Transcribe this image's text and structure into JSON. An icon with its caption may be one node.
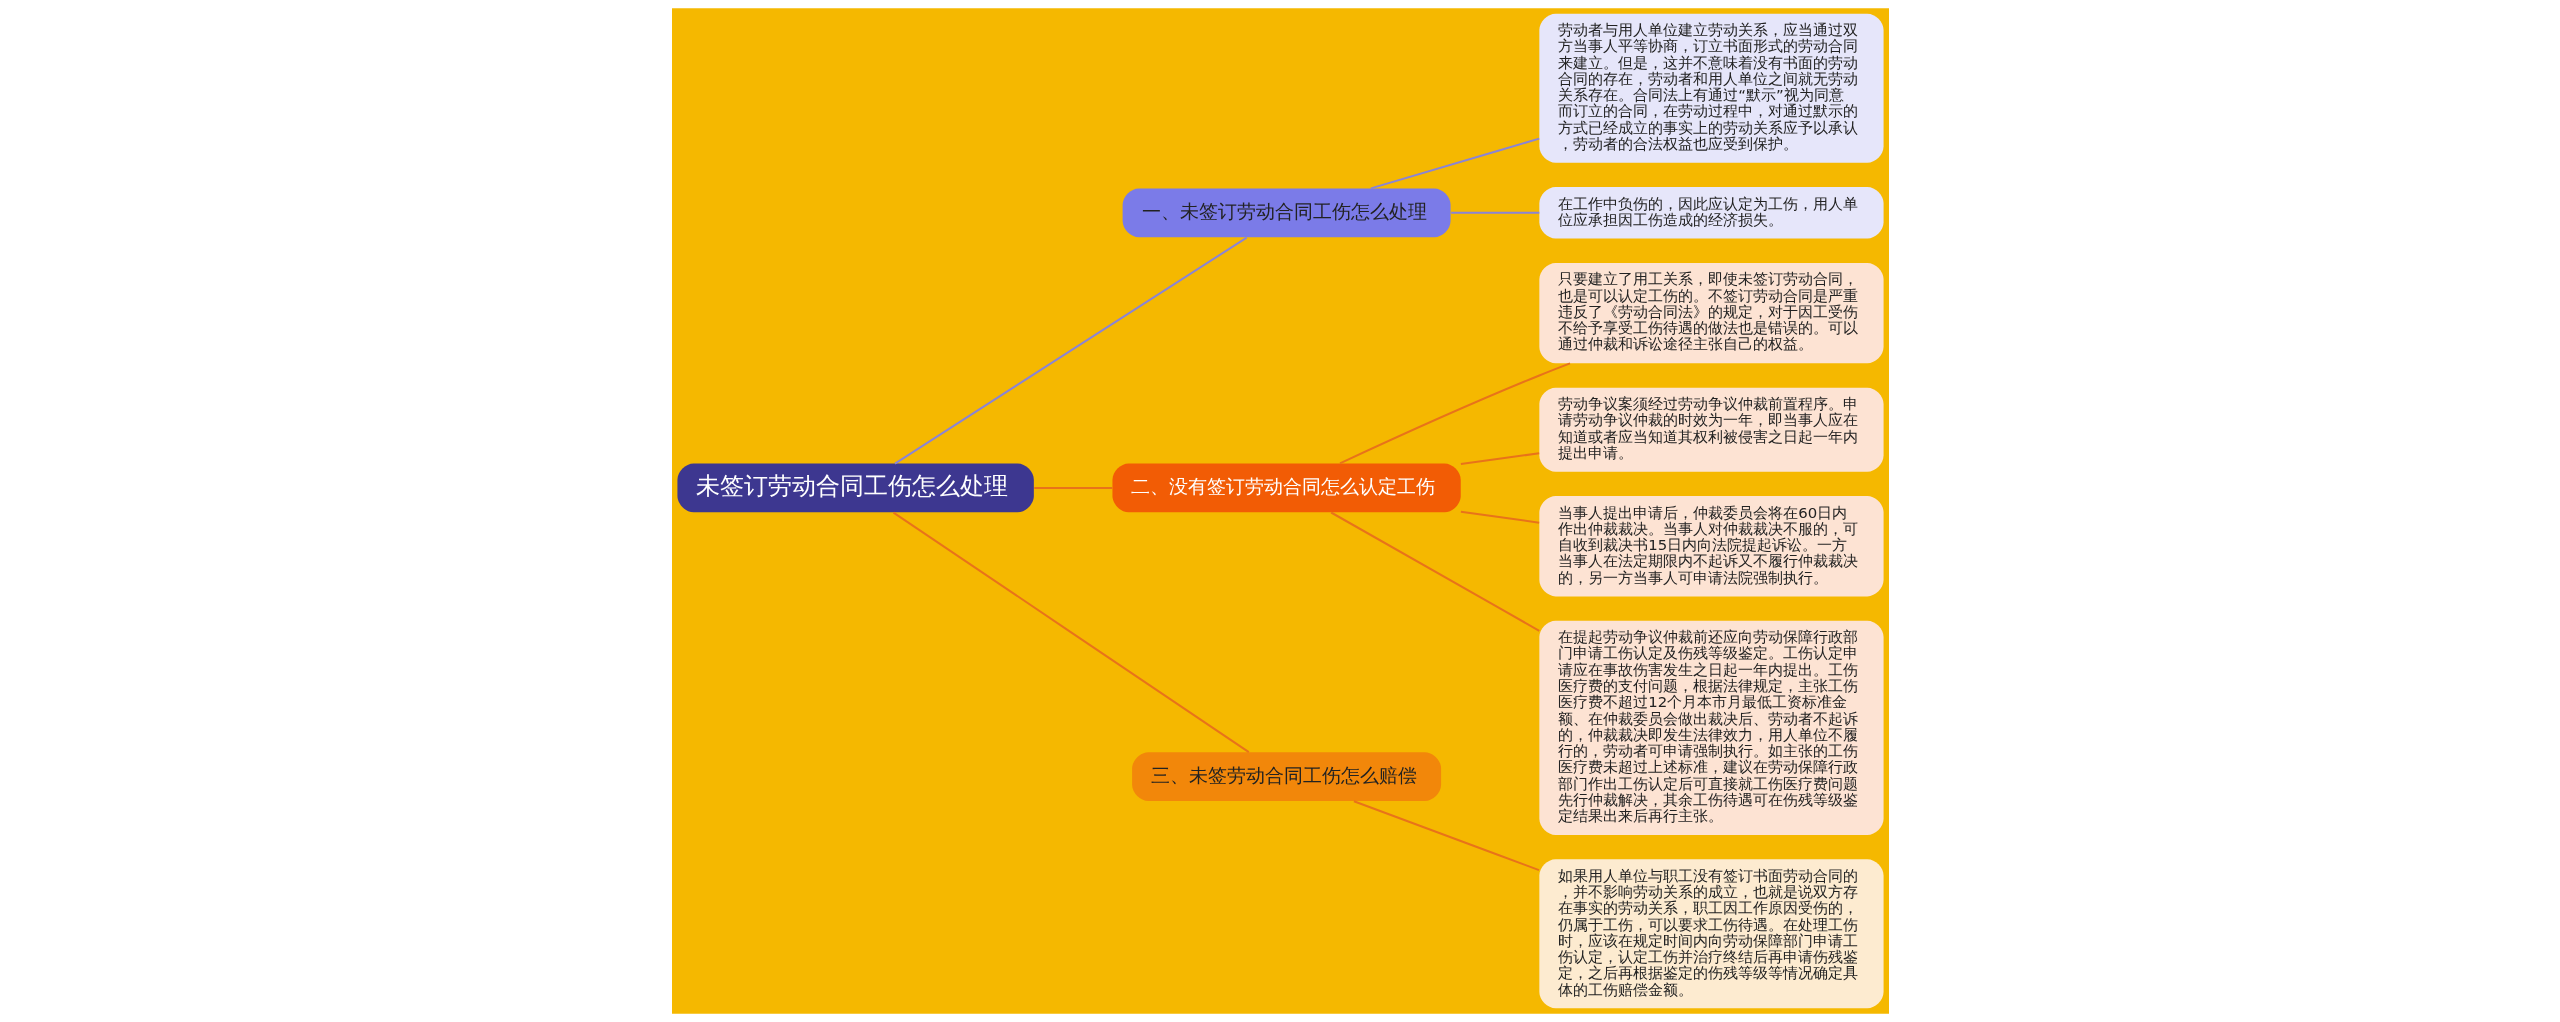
{
  "diagram": {
    "nodes": [
      {
        "text": [
          "未签订劳动合同工伤怎么处理"
        ]
      },
      {
        "text": [
          "一、未签订劳动合同工伤怎么处理"
        ]
      },
      {
        "text": [
          "劳动者与用人单位建立劳动关系，应当通过双方当事人平等协商，订立书面形式的劳动合同来建立。但是，这并不意味着没有书面的劳动合同的存在，劳动者和用人单位之间就无劳动关系存在。合同法上有通过“默示”视为同意而订立的合同，在劳动过程中，对通过默示的方式已经成立的事实上的劳动关系应予以承认，劳动者的合法权益也应受到保护。"
        ]
      },
      {
        "text": [
          "在工作中负伤的，因此应认定为工伤，用人单位应承担因工伤造成的经济损失。"
        ]
      },
      {
        "text": [
          "二、没有签订劳动合同怎么认定工伤"
        ]
      },
      {
        "text": [
          "只要建立了用工关系，即使未签订劳动合同，也是可以认定工伤的。不签订劳动合同是严重违反了《劳动合同法》的规定，对于因工受伤不给予享受工伤待遇的做法也是错误的。可以通过仲裁和诉讼途径主张自己的权益。"
        ]
      },
      {
        "text": [
          "劳动争议案须经过劳动争议仲裁前置程序。申请劳动争议仲裁的时效为一年，即当事人应在知道或者应当知道其权利被侵害之日起一年内提出申请。"
        ]
      },
      {
        "text": [
          "当事人提出申请后，仲裁委员会将在60日内作出仲裁裁决。当事人对仲裁裁决不服的，可自收到裁决书15日内向法院提起诉讼。一方当事人在法定期限内不起诉又不履行仲裁裁决的，另一方当事人可申请法院强制执行。"
        ]
      },
      {
        "text": [
          "在提起劳动争议仲裁前还应向劳动保障行政部门申请工伤认定及伤残等级鉴定。工伤认定申请应在事故伤害发生之日起一年内提出。工伤医疗费的支付问题，根据法律规定，主张工伤医疗费不超过12个月本市月最低工资标准金额、在仲裁委员会做出裁决后、劳动者不起诉的，仲裁裁决即发生法律效力，用人单位不履行的，劳动者可申请强制执行。如主张的工伤医疗费未超过上述标准，建议在劳动保障行政部门作出工伤认定后可直接就工伤医疗费问题先行仲裁解决，其余工伤待遇可在伤残等级鉴定结果出来后再行主张。"
        ]
      },
      {
        "text": [
          "三、未签劳动合同工伤怎么赔偿"
        ]
      },
      {
        "text": [
          "如果用人单位与职工没有签订书面劳动合同的，并不影响劳动关系的成立，也就是说双方存在事实的劳动关系，职工因工作原因受伤的，仍属于工伤，可以要求工伤待遇。在处理工伤时，应该在规定时间内向劳动保障部门申请工伤认定，认定工伤并治疗终结后再申请伤残鉴定，之后再根据鉴定的伤残等级等情况确定具体的工伤赔偿金额。"
        ]
      }
    ],
    "edges": [
      {
        "from": 0,
        "to": 1,
        "arrow": "none",
        "color": "#8a84d6"
      },
      {
        "from": 1,
        "to": 2,
        "arrow": "none",
        "color": "#8a84d6"
      },
      {
        "from": 1,
        "to": 3,
        "arrow": "none",
        "color": "#8a84d6"
      },
      {
        "from": 0,
        "to": 4,
        "arrow": "none"
      },
      {
        "from": 4,
        "to": 5,
        "arrow": "none"
      },
      {
        "from": 4,
        "to": 6,
        "arrow": "none"
      },
      {
        "from": 4,
        "to": 7,
        "arrow": "none"
      },
      {
        "from": 4,
        "to": 8,
        "arrow": "none"
      },
      {
        "from": 0,
        "to": 9,
        "arrow": "none"
      },
      {
        "from": 9,
        "to": 10,
        "arrow": "none"
      }
    ]
  }
}
